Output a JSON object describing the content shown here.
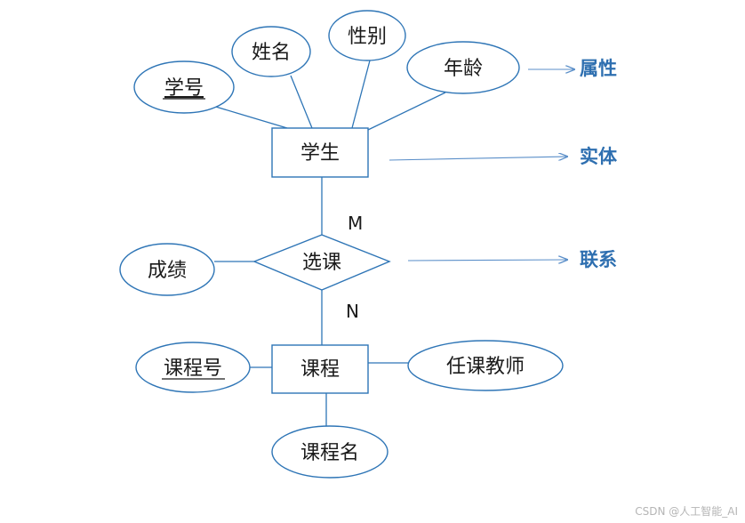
{
  "diagram": {
    "entities": {
      "student": "学生",
      "course": "课程"
    },
    "relationship": "选课",
    "attributes": {
      "student_id": "学号",
      "name": "姓名",
      "gender": "性别",
      "age": "年龄",
      "grade": "成绩",
      "course_id": "课程号",
      "course_name": "课程名",
      "teacher": "任课教师"
    },
    "cardinality": {
      "student_side": "M",
      "course_side": "N"
    },
    "legend": {
      "attribute": "属性",
      "entity": "实体",
      "relationship": "联系"
    },
    "colors": {
      "line": "#2e75b6",
      "legend_text": "#2e6fb0"
    }
  },
  "watermark": "CSDN @人工智能_AI"
}
